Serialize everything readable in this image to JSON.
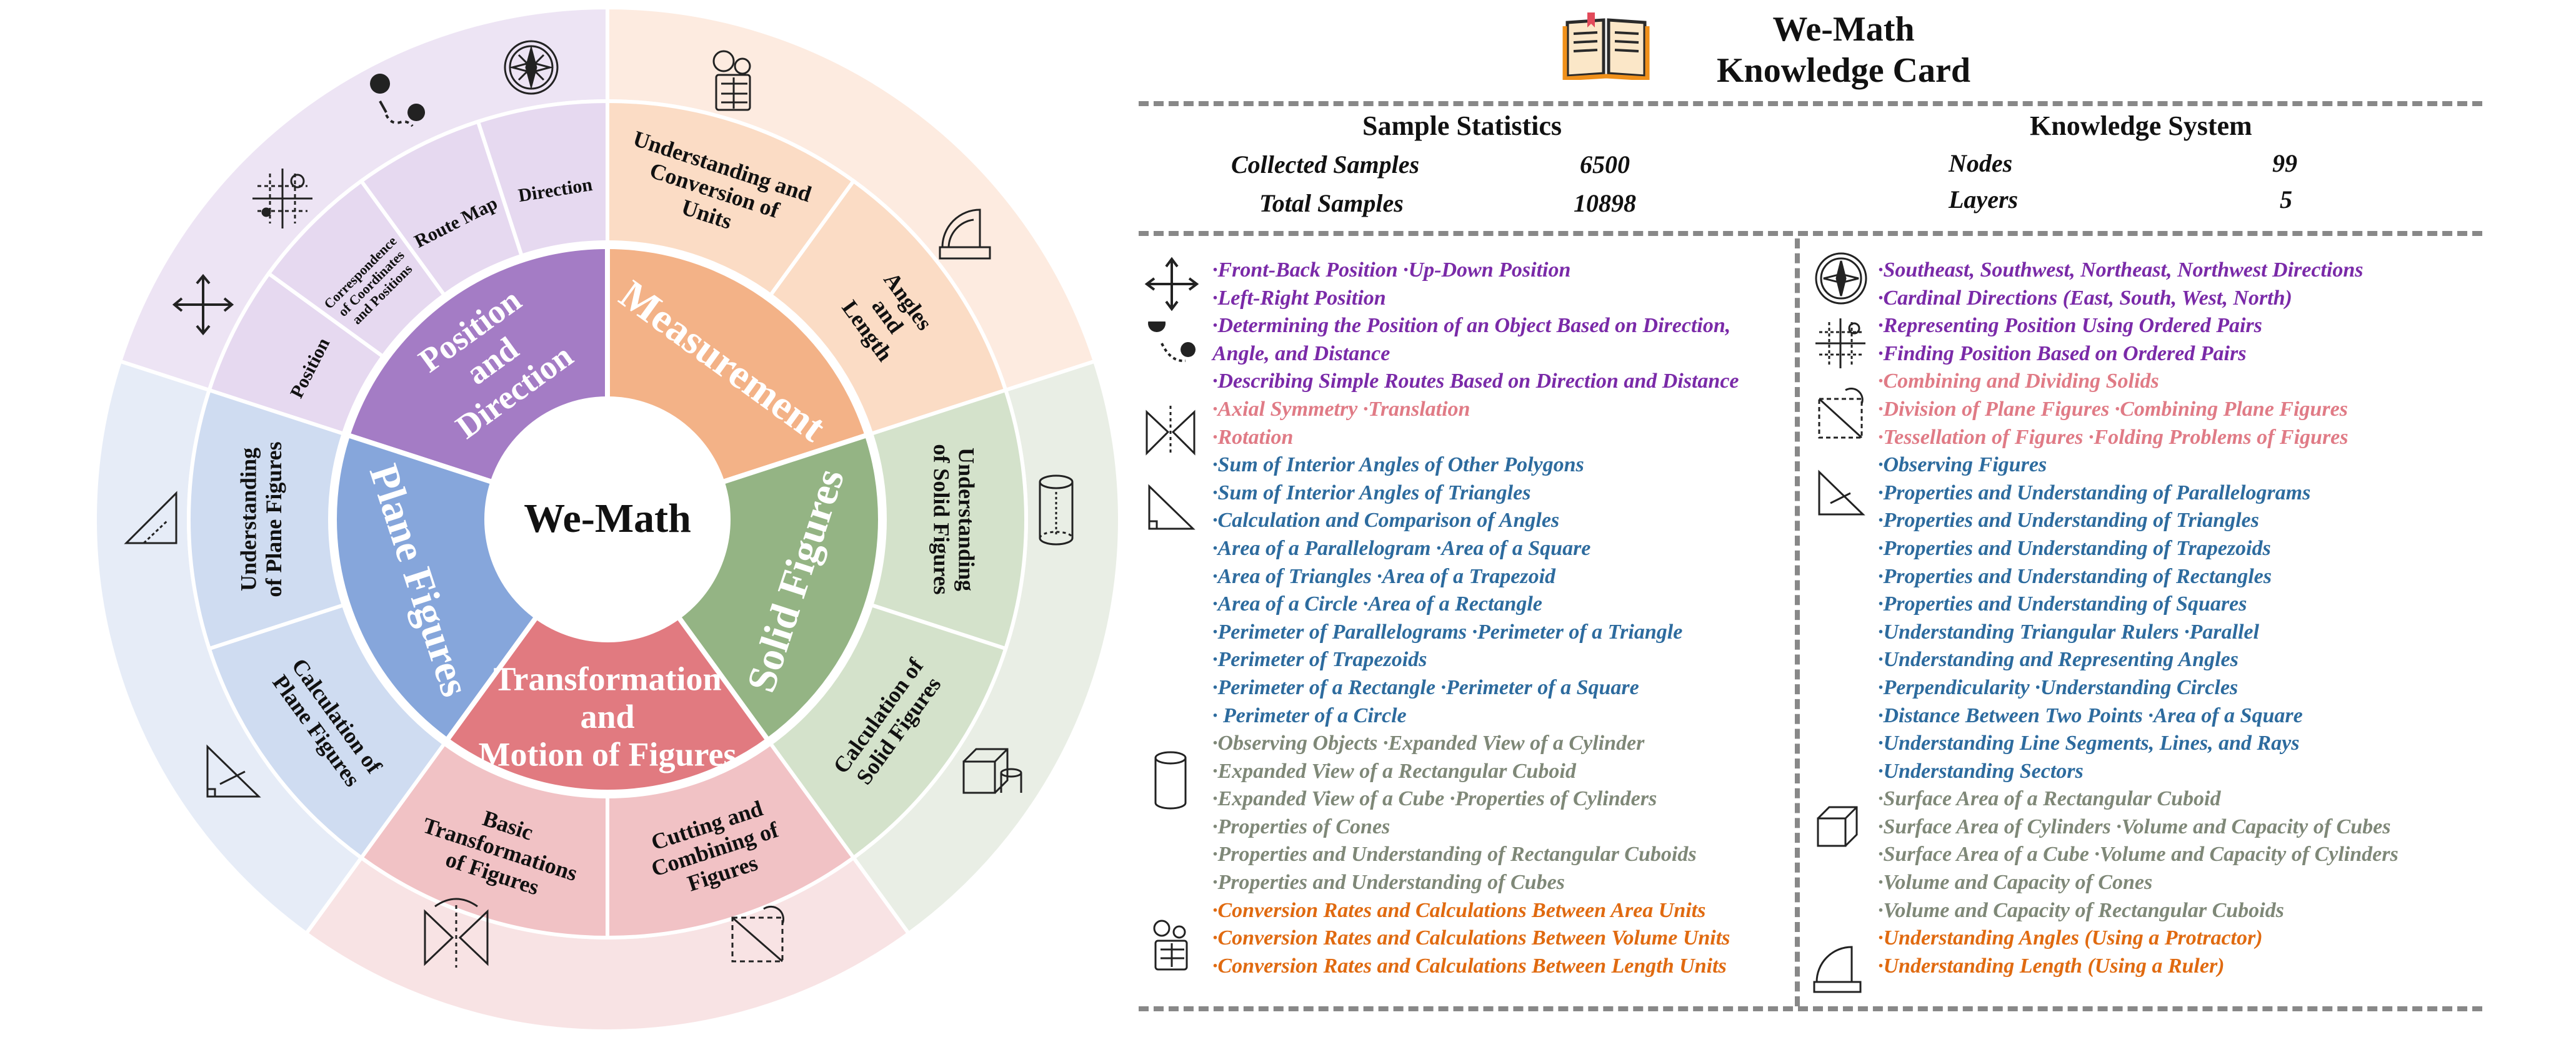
{
  "wheel": {
    "center_label": "We-Math",
    "categories": [
      {
        "name_lines": [
          "Position",
          "and",
          "Direction"
        ],
        "color": "#a47cc5"
      },
      {
        "name_lines": [
          "Measurement"
        ],
        "color": "#f3b287"
      },
      {
        "name_lines": [
          "Solid Figures"
        ],
        "color": "#94b484"
      },
      {
        "name_lines": [
          "Transformation",
          "and",
          "Motion of Figures"
        ],
        "color": "#e17a80"
      },
      {
        "name_lines": [
          "Plane Figures"
        ],
        "color": "#86a6db"
      }
    ],
    "subcategories": [
      {
        "lines": [
          "Position"
        ],
        "color": "#e6d9f0"
      },
      {
        "lines": [
          "Correspondence",
          "of Coordinates",
          "and Positions"
        ],
        "color": "#e6d9f0"
      },
      {
        "lines": [
          "Route Map"
        ],
        "color": "#e6d9f0"
      },
      {
        "lines": [
          "Direction"
        ],
        "color": "#e6d9f0"
      },
      {
        "lines": [
          "Understanding and",
          "Conversion of",
          "Units"
        ],
        "color": "#fbdcc5"
      },
      {
        "lines": [
          "Angles",
          "and",
          "Length"
        ],
        "color": "#fbdcc5"
      },
      {
        "lines": [
          "Understanding",
          "of Solid Figures"
        ],
        "color": "#d4e2cb"
      },
      {
        "lines": [
          "Calculation of",
          "Solid Figures"
        ],
        "color": "#d4e2cb"
      },
      {
        "lines": [
          "Cutting and",
          "Combining of",
          "Figures"
        ],
        "color": "#f1c2c5"
      },
      {
        "lines": [
          "Basic",
          "Transformations",
          "of Figures"
        ],
        "color": "#f1c2c5"
      },
      {
        "lines": [
          "Calculation of",
          "Plane Figures"
        ],
        "color": "#cfdcf1"
      },
      {
        "lines": [
          "Understanding",
          "of Plane Figures"
        ],
        "color": "#cfdcf1"
      }
    ],
    "outer_colors": [
      "#ede4f4",
      "#fdebe0",
      "#e9eee5",
      "#f8e3e4",
      "#e6ecf7"
    ],
    "icons": [
      "compass-icon",
      "route-pin-icon",
      "coordinate-grid-icon",
      "four-arrows-icon",
      "calculator-icon",
      "protractor-icon",
      "cylinder-icon",
      "cube-icon",
      "fold-icon",
      "symmetry-icon",
      "triangle-icon",
      "right-triangle-icon"
    ]
  },
  "card": {
    "title_line1": "We-Math",
    "title_line2": "Knowledge Card",
    "sample_statistics": {
      "heading": "Sample Statistics",
      "rows": [
        {
          "label": "Collected Samples",
          "value": "6500"
        },
        {
          "label": "Total Samples",
          "value": "10898"
        }
      ]
    },
    "knowledge_system": {
      "heading": "Knowledge System",
      "rows": [
        {
          "label": "Nodes",
          "value": "99"
        },
        {
          "label": "Layers",
          "value": "5"
        }
      ]
    },
    "left_lines": [
      {
        "text": "·Front-Back Position  ·Up-Down Position",
        "cls": "c-purple"
      },
      {
        "text": "·Left-Right Position",
        "cls": "c-purple"
      },
      {
        "text": "·Determining the Position of an Object Based on Direction,",
        "cls": "c-purple"
      },
      {
        "text": "Angle, and Distance",
        "cls": "c-purple"
      },
      {
        "text": "·Describing Simple Routes Based on Direction and Distance",
        "cls": "c-purple"
      },
      {
        "text": "·Axial Symmetry  ·Translation",
        "cls": "c-pink"
      },
      {
        "text": "·Rotation",
        "cls": "c-pink"
      },
      {
        "text": "·Sum of Interior Angles of Other Polygons",
        "cls": "c-blue"
      },
      {
        "text": "·Sum of Interior Angles of Triangles",
        "cls": "c-blue"
      },
      {
        "text": "·Calculation and Comparison of Angles",
        "cls": "c-blue"
      },
      {
        "text": "·Area of a Parallelogram  ·Area of a Square",
        "cls": "c-blue"
      },
      {
        "text": "·Area of Triangles  ·Area of a Trapezoid",
        "cls": "c-blue"
      },
      {
        "text": "·Area of a Circle  ·Area of a Rectangle",
        "cls": "c-blue"
      },
      {
        "text": "·Perimeter of Parallelograms  ·Perimeter of a Triangle",
        "cls": "c-blue"
      },
      {
        "text": "·Perimeter of Trapezoids",
        "cls": "c-blue"
      },
      {
        "text": "·Perimeter of a Rectangle  ·Perimeter of a Square",
        "cls": "c-blue"
      },
      {
        "text": "· Perimeter of a Circle",
        "cls": "c-blue"
      },
      {
        "text": "·Observing Objects  ·Expanded View of a Cylinder",
        "cls": "c-gray"
      },
      {
        "text": "·Expanded View of a Rectangular Cuboid",
        "cls": "c-gray"
      },
      {
        "text": "·Expanded View of a Cube  ·Properties of Cylinders",
        "cls": "c-gray"
      },
      {
        "text": "·Properties of Cones",
        "cls": "c-gray"
      },
      {
        "text": "·Properties and Understanding of Rectangular Cuboids",
        "cls": "c-gray"
      },
      {
        "text": "·Properties and Understanding of Cubes",
        "cls": "c-gray"
      },
      {
        "text": "·Conversion Rates and Calculations Between Area Units",
        "cls": "c-orange"
      },
      {
        "text": "·Conversion Rates and Calculations Between Volume Units",
        "cls": "c-orange"
      },
      {
        "text": "·Conversion Rates and Calculations Between Length Units",
        "cls": "c-orange"
      }
    ],
    "right_lines": [
      {
        "text": "·Southeast, Southwest, Northeast, Northwest Directions",
        "cls": "c-purple"
      },
      {
        "text": "·Cardinal Directions (East, South, West, North)",
        "cls": "c-purple"
      },
      {
        "text": "·Representing Position Using Ordered Pairs",
        "cls": "c-purple"
      },
      {
        "text": "·Finding Position Based on Ordered Pairs",
        "cls": "c-purple"
      },
      {
        "text": "·Combining and Dividing Solids",
        "cls": "c-pink"
      },
      {
        "text": "·Division of Plane Figures  ·Combining Plane Figures",
        "cls": "c-pink"
      },
      {
        "text": "·Tessellation of Figures  ·Folding Problems of Figures",
        "cls": "c-pink"
      },
      {
        "text": "·Observing Figures",
        "cls": "c-blue"
      },
      {
        "text": "·Properties and Understanding of Parallelograms",
        "cls": "c-blue"
      },
      {
        "text": "·Properties and Understanding of Triangles",
        "cls": "c-blue"
      },
      {
        "text": "·Properties and Understanding of Trapezoids",
        "cls": "c-blue"
      },
      {
        "text": "·Properties and Understanding of Rectangles",
        "cls": "c-blue"
      },
      {
        "text": "·Properties and Understanding of Squares",
        "cls": "c-blue"
      },
      {
        "text": "·Understanding Triangular Rulers ·Parallel",
        "cls": "c-blue"
      },
      {
        "text": "·Understanding and Representing Angles",
        "cls": "c-blue"
      },
      {
        "text": "·Perpendicularity  ·Understanding Circles",
        "cls": "c-blue"
      },
      {
        "text": "·Distance Between Two Points  ·Area of a Square",
        "cls": "c-blue"
      },
      {
        "text": "·Understanding Line Segments, Lines, and Rays",
        "cls": "c-blue"
      },
      {
        "text": "·Understanding Sectors",
        "cls": "c-blue"
      },
      {
        "text": "·Surface Area of a Rectangular Cuboid",
        "cls": "c-gray"
      },
      {
        "text": "·Surface Area of Cylinders  ·Volume and Capacity of Cubes",
        "cls": "c-gray"
      },
      {
        "text": "·Surface Area of a Cube  ·Volume and Capacity of Cylinders",
        "cls": "c-gray"
      },
      {
        "text": "·Volume and Capacity of Cones",
        "cls": "c-gray"
      },
      {
        "text": "·Volume and Capacity of Rectangular Cuboids",
        "cls": "c-gray"
      },
      {
        "text": "·Understanding Angles (Using a Protractor)",
        "cls": "c-orange"
      },
      {
        "text": "·Understanding Length (Using a Ruler)",
        "cls": "c-orange"
      }
    ]
  }
}
